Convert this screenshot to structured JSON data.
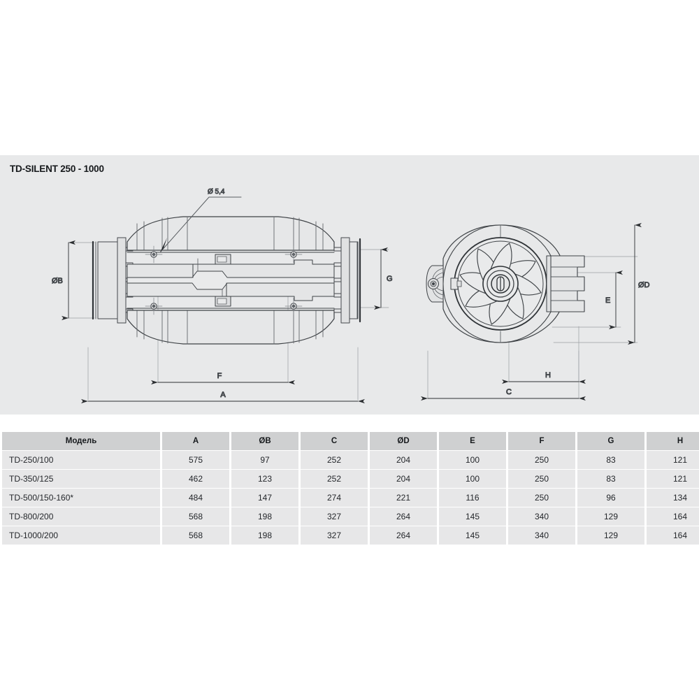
{
  "drawing": {
    "title": "TD-SILENT 250 - 1000",
    "callout": "Ø 5,4",
    "dimensions": {
      "ob": "ØB",
      "g": "G",
      "f": "F",
      "a": "A",
      "e": "E",
      "od": "ØD",
      "h": "H",
      "c": "C"
    },
    "colors": {
      "panel_background": "#e8e9ea",
      "line": "#3c4043",
      "fill_light": "#e8e9ea"
    }
  },
  "table": {
    "headers": [
      "Модель",
      "A",
      "ØB",
      "C",
      "ØD",
      "E",
      "F",
      "G",
      "H"
    ],
    "rows": [
      {
        "model": "TD-250/100",
        "a": "575",
        "ob": "97",
        "c": "252",
        "od": "204",
        "e": "100",
        "f": "250",
        "g": "83",
        "h": "121"
      },
      {
        "model": "TD-350/125",
        "a": "462",
        "ob": "123",
        "c": "252",
        "od": "204",
        "e": "100",
        "f": "250",
        "g": "83",
        "h": "121"
      },
      {
        "model": "TD-500/150-160*",
        "a": "484",
        "ob": "147",
        "c": "274",
        "od": "221",
        "e": "116",
        "f": "250",
        "g": "96",
        "h": "134"
      },
      {
        "model": "TD-800/200",
        "a": "568",
        "ob": "198",
        "c": "327",
        "od": "264",
        "e": "145",
        "f": "340",
        "g": "129",
        "h": "164"
      },
      {
        "model": "TD-1000/200",
        "a": "568",
        "ob": "198",
        "c": "327",
        "od": "264",
        "e": "145",
        "f": "340",
        "g": "129",
        "h": "164"
      }
    ],
    "colors": {
      "header_background": "#cfd0d1",
      "row_background": "#e7e7e8",
      "text": "#24272b"
    }
  }
}
